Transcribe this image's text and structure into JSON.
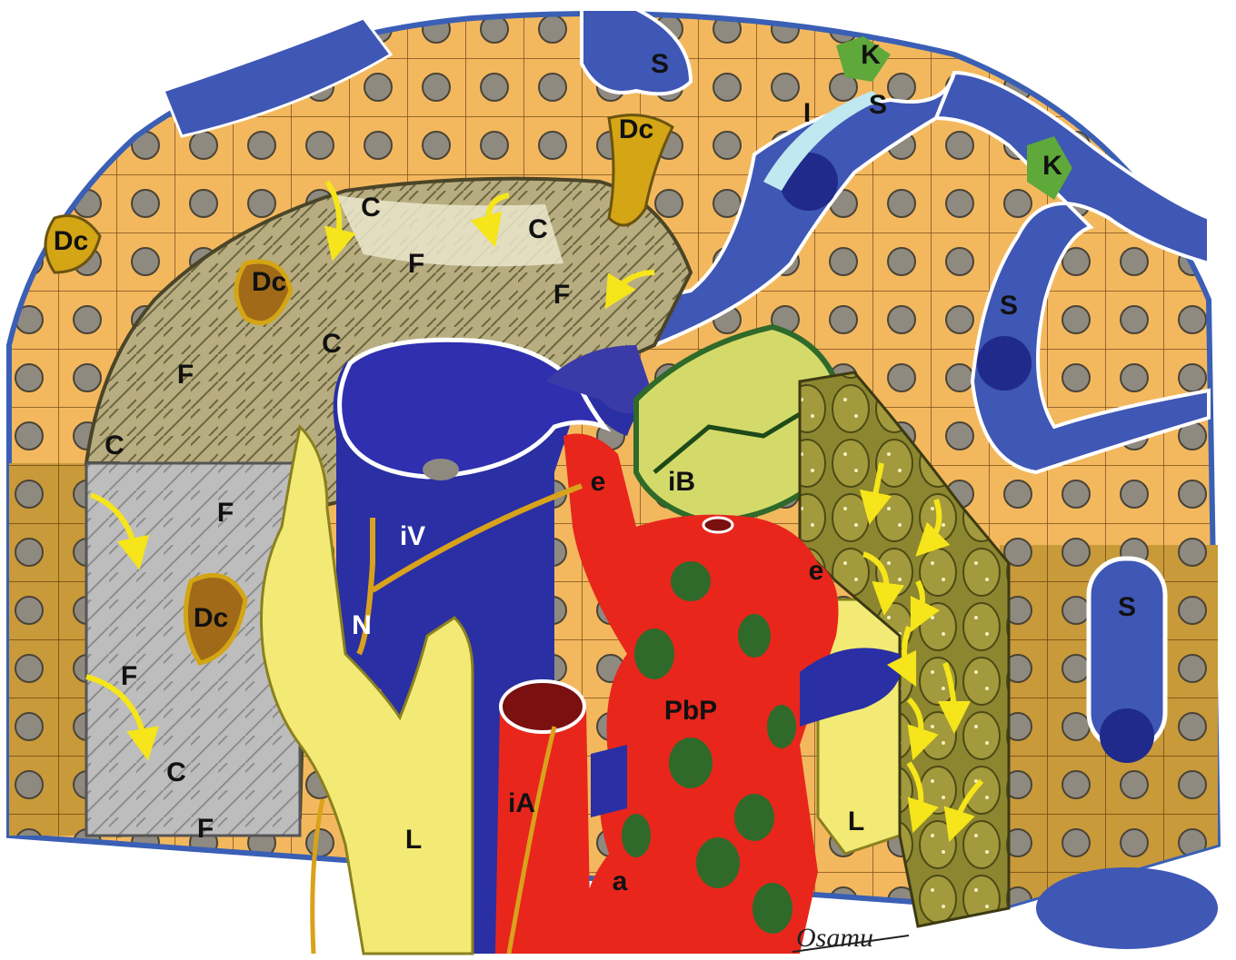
{
  "labels": {
    "S": "S",
    "K": "K",
    "I": "I",
    "Dc": "Dc",
    "C": "C",
    "F": "F",
    "e": "e",
    "iB": "iB",
    "iV": "iV",
    "N": "N",
    "PbP": "PbP",
    "iA": "iA",
    "L": "L",
    "a": "a"
  },
  "signature": "Osamu",
  "colors": {
    "hepatocyte": "#f3b85e",
    "hepatocyte_dark": "#c99a3a",
    "sinusoid": "#3f57b5",
    "portal_vein": "#2a2fa3",
    "artery": "#e8261c",
    "bile_duct": "#f2ea74",
    "nerve": "#d9a21b",
    "stroma_olive": "#a89a5c",
    "stroma_gray": "#b9b9b9",
    "capsule_green": "#2f6a2a",
    "plexus_olive": "#8c8630",
    "arrow_yellow": "#f5e51a"
  }
}
